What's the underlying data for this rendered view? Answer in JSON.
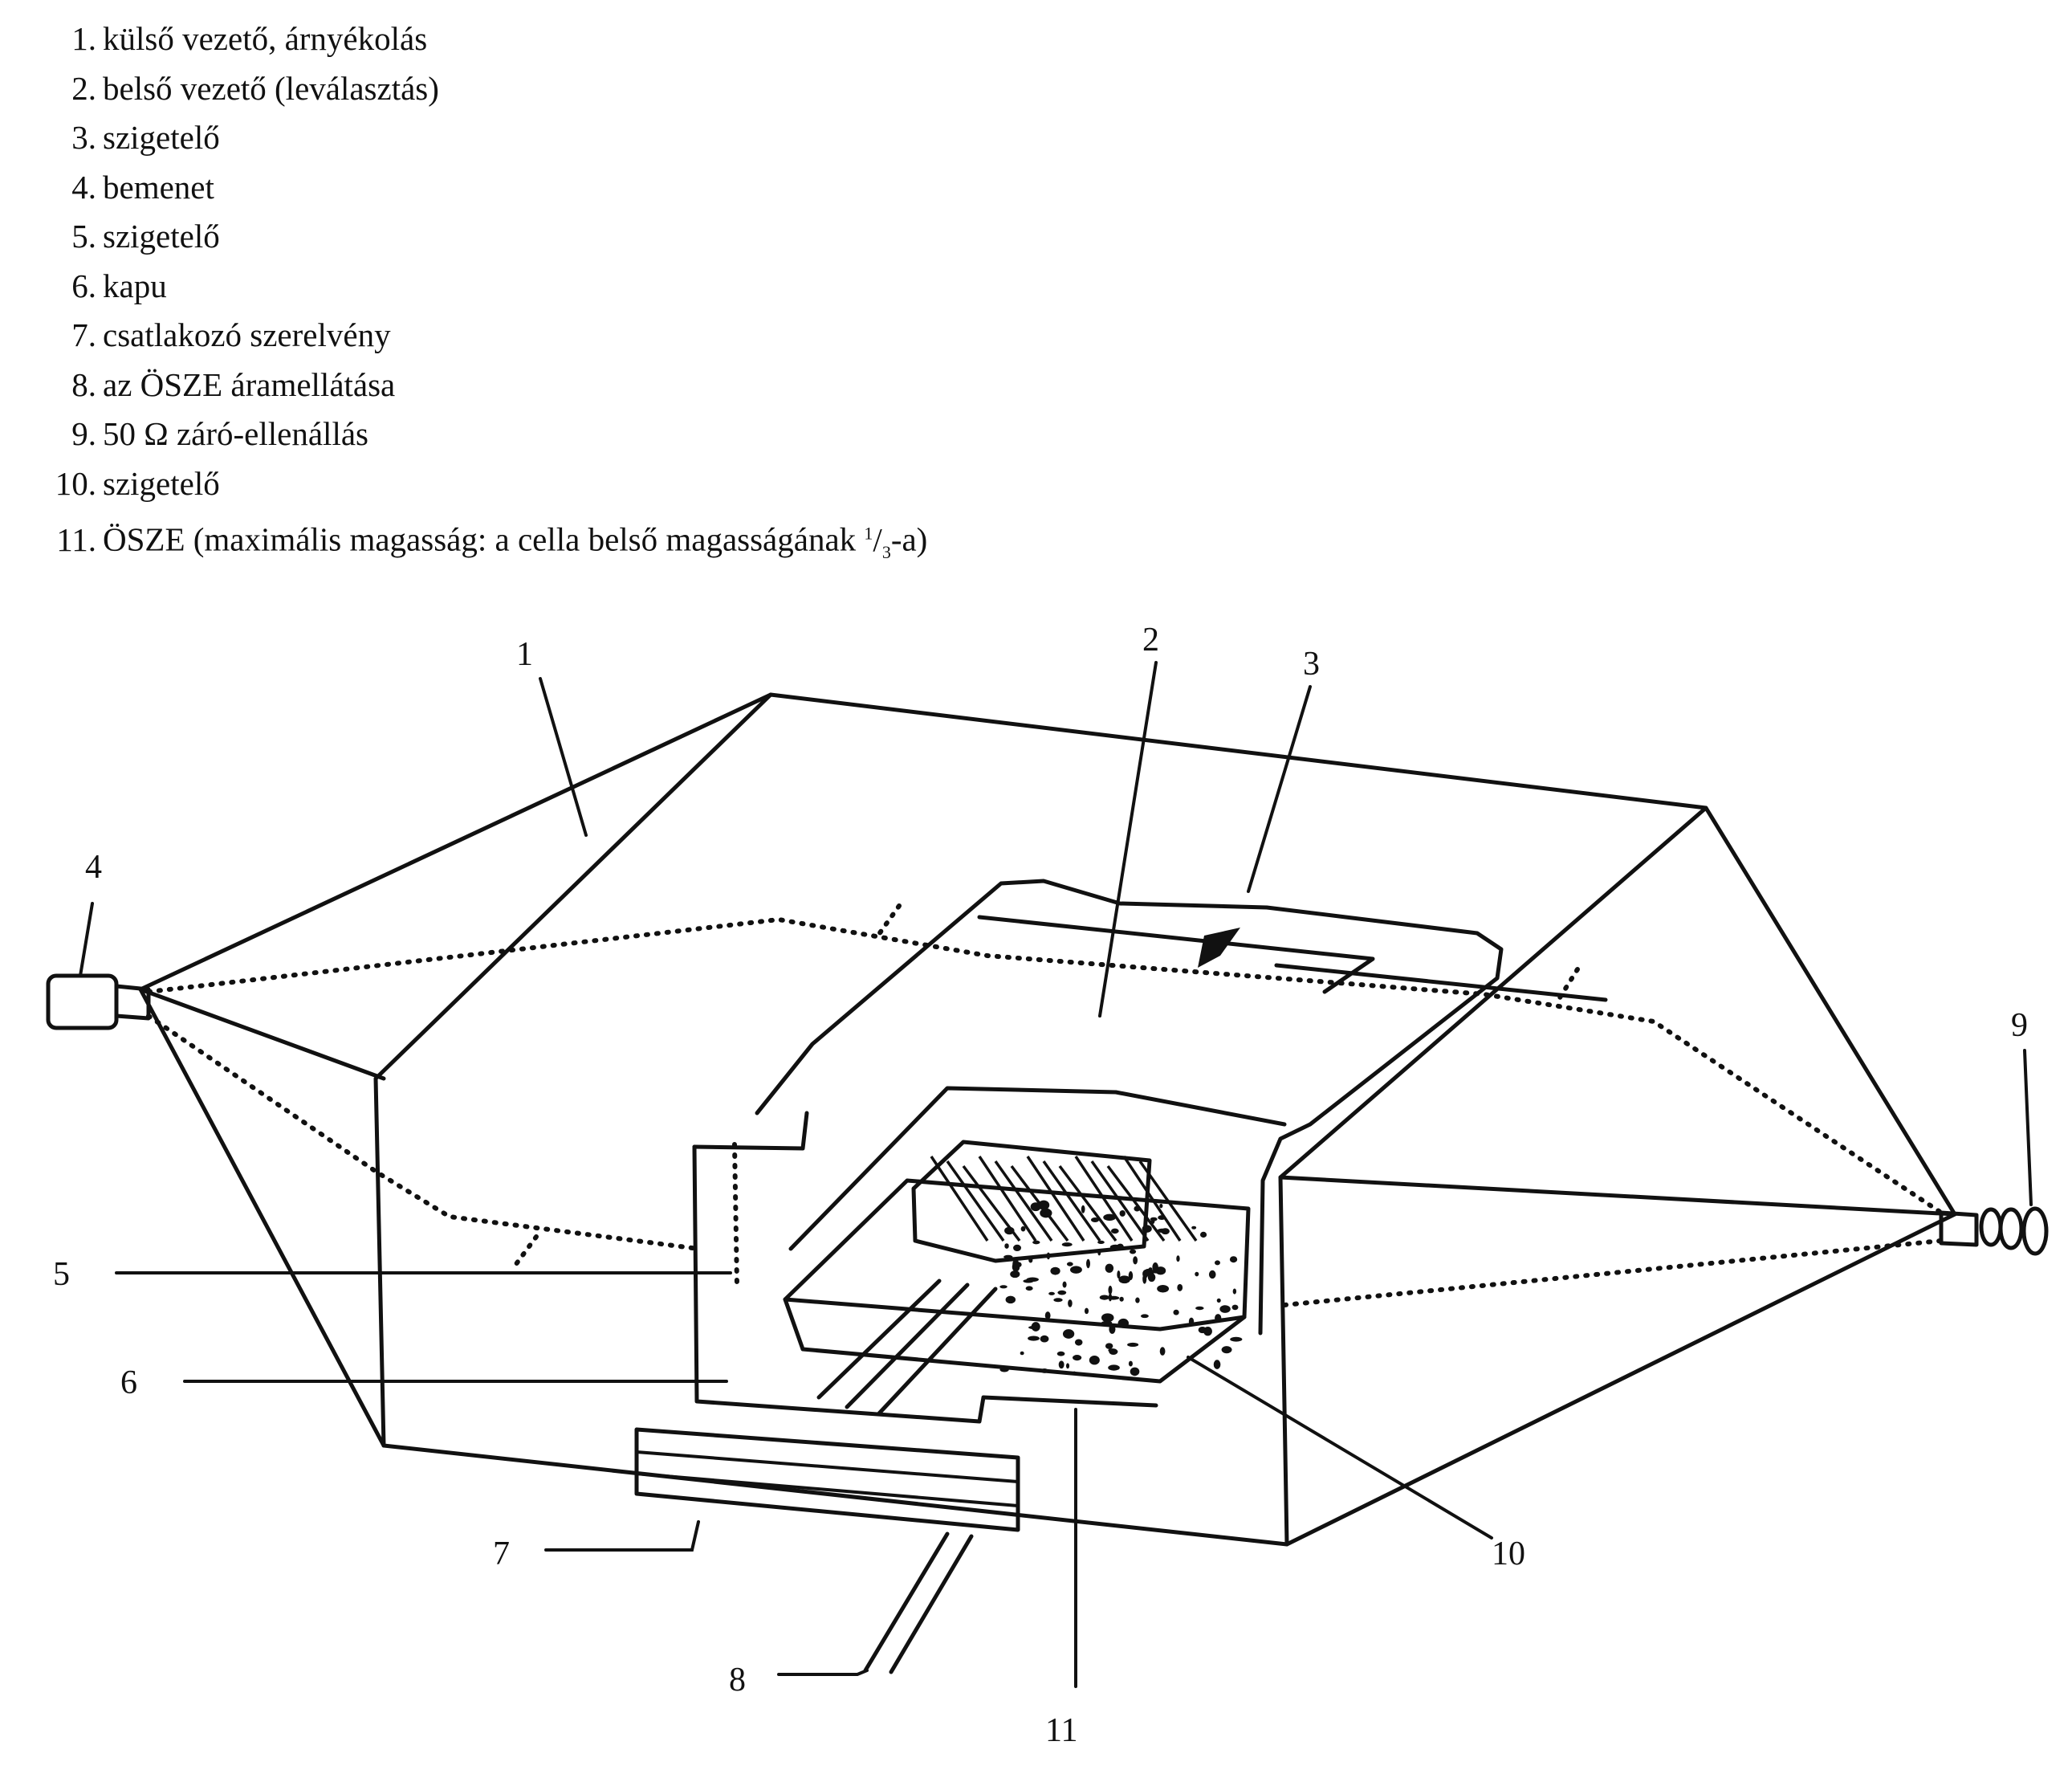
{
  "legend": [
    {
      "num": "1.",
      "text": "külső vezető, árnyékolás"
    },
    {
      "num": "2.",
      "text": "belső vezető (leválasztás)"
    },
    {
      "num": "3.",
      "text": "szigetelő"
    },
    {
      "num": "4.",
      "text": "bemenet"
    },
    {
      "num": "5.",
      "text": "szigetelő"
    },
    {
      "num": "6.",
      "text": "kapu"
    },
    {
      "num": "7.",
      "text": "csatlakozó szerelvény"
    },
    {
      "num": "8.",
      "text": "az ÖSZE áramellátása"
    },
    {
      "num": "9.",
      "text": "50 Ω záró-ellenállás"
    },
    {
      "num": "10.",
      "text": "szigetelő"
    },
    {
      "num": "11.",
      "text": "ÖSZE (maximális magasság: a cella belső magasságának ",
      "frac_num": "1",
      "frac_slash": "/",
      "frac_den": "3",
      "suffix": "-a)"
    }
  ],
  "callouts": [
    "1",
    "2",
    "3",
    "4",
    "5",
    "6",
    "7",
    "8",
    "9",
    "10",
    "11"
  ]
}
